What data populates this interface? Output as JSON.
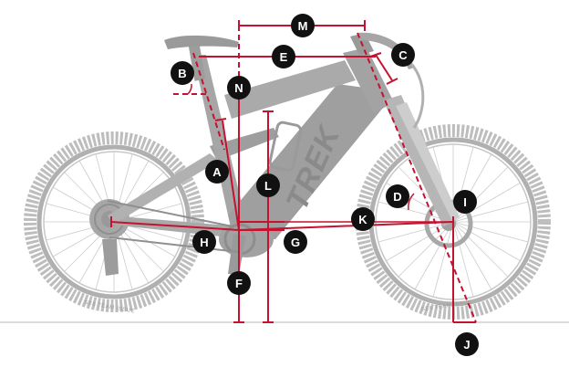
{
  "figure": {
    "brand_text": "TREK",
    "tyre_text": "SE6 TEAM ISSUE",
    "colors": {
      "measure": "#c41230",
      "bike": "#b4b4b4",
      "bike_dark": "#8f8f8f",
      "badge": "#111111",
      "ground": "#cfcfcf"
    },
    "labels": {
      "A": "A",
      "B": "B",
      "C": "C",
      "D": "D",
      "E": "E",
      "F": "F",
      "G": "G",
      "H": "H",
      "I": "I",
      "J": "J",
      "K": "K",
      "L": "L",
      "M": "M",
      "N": "N"
    }
  }
}
